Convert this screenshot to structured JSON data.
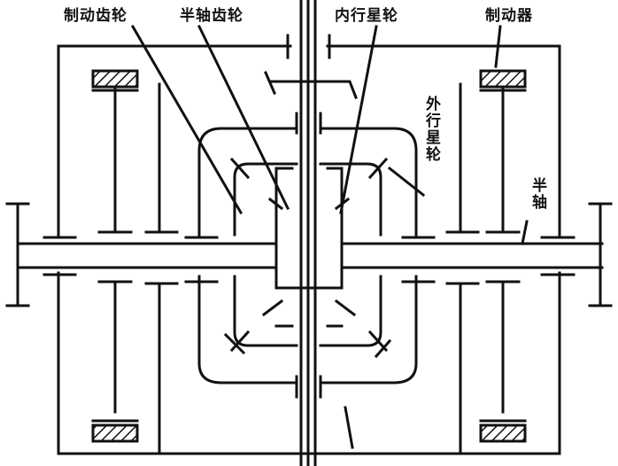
{
  "labels": {
    "brake_gear": "制动齿轮",
    "half_shaft_gear": "半轴齿轮",
    "inner_planet": "内行星轮",
    "brake": "制动器",
    "outer_planet": "外行星轮",
    "half_shaft": "半轴"
  },
  "colors": {
    "ink": "#111111",
    "paper": "#ffffff"
  }
}
